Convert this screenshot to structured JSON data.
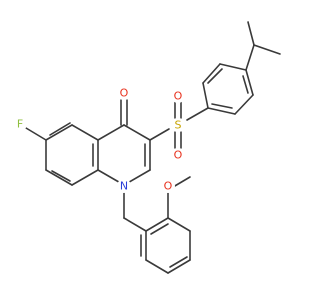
{
  "molecule": {
    "atoms": {
      "fluorine": "F",
      "carbonyl_oxygen": "O",
      "sulfur": "S",
      "sulfonyl_oxygen_upper": "O",
      "sulfonyl_oxygen_lower": "O",
      "ring_nitrogen": "N",
      "methoxy_oxygen": "O"
    },
    "colors": {
      "bond": "#3a3a3a",
      "carbon": "#3a3a3a",
      "fluorine": "#8fbf3f",
      "oxygen": "#e8331f",
      "nitrogen": "#2b3fd8",
      "sulfur": "#c8a400"
    }
  }
}
